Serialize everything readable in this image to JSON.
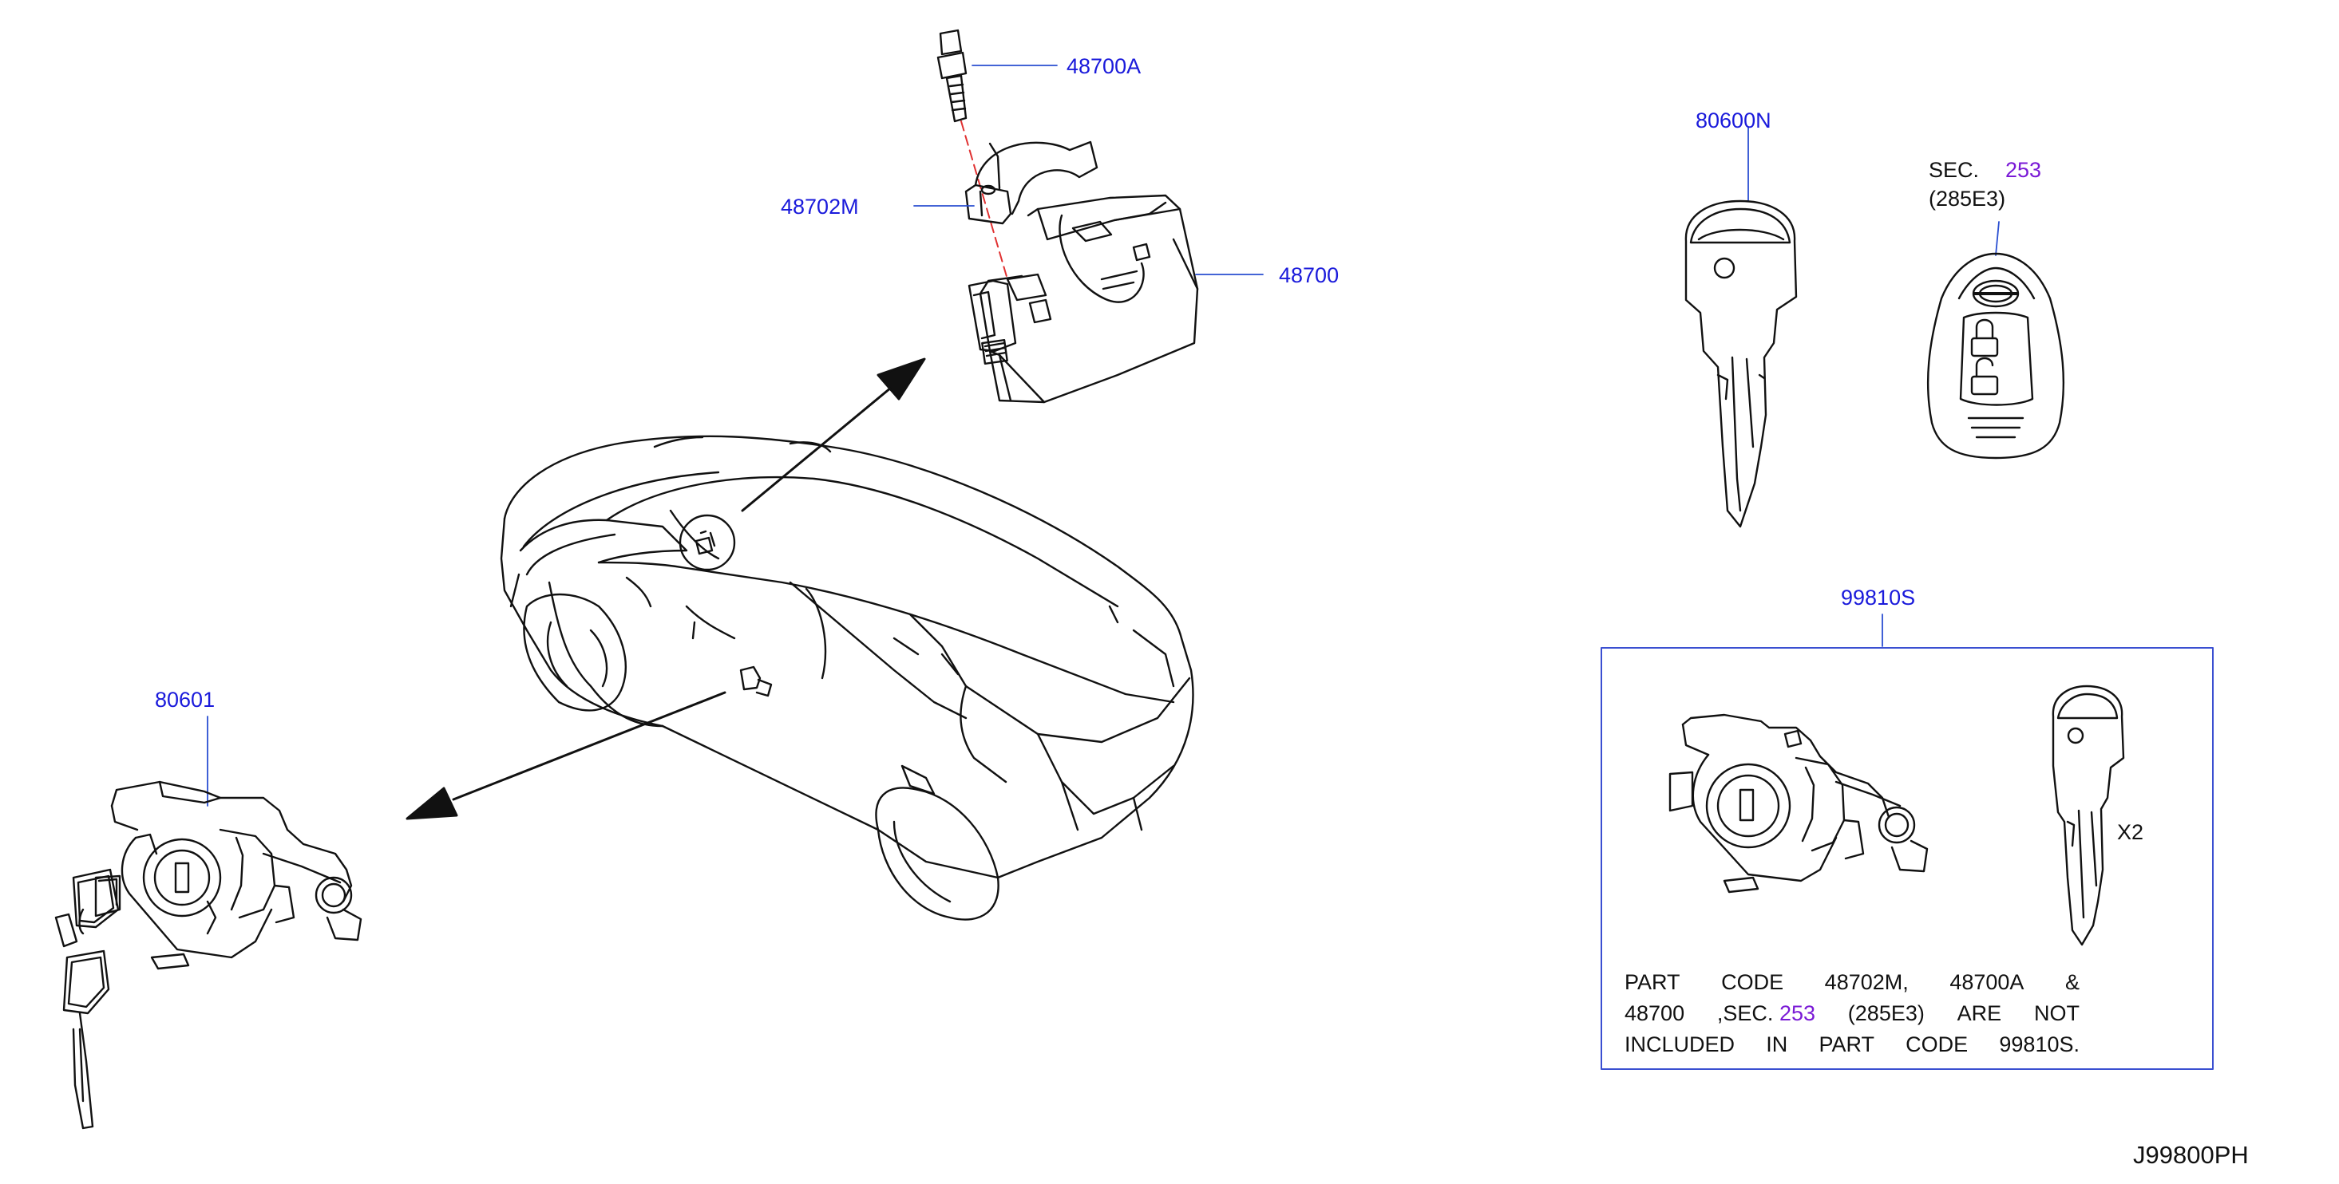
{
  "diagram_code": "J99800PH",
  "colors": {
    "callout": "#1a1adb",
    "section_ref": "#7a1ad6",
    "line": "#111111",
    "box": "#3a4fd1",
    "leader": "#2a4fd1"
  },
  "parts": {
    "bolt": "48700A",
    "clamp": "48702M",
    "steering_lock": "48700",
    "key_blank": "80600N",
    "cylinder_set": "80601",
    "kit": "99810S"
  },
  "remote_ref": {
    "sec": "SEC.",
    "num": "253",
    "sub": "(285E3)"
  },
  "kit_quantity": "X2",
  "note": {
    "line1": [
      "PART",
      "CODE",
      "48702M,",
      "48700A",
      "&"
    ],
    "line2": {
      "a": "48700",
      "b": ",SEC.",
      "ref": "253",
      "c": "(285E3)",
      "d": "ARE",
      "e": "NOT"
    },
    "line3": [
      "INCLUDED",
      "IN",
      "PART",
      "CODE",
      "99810S."
    ]
  },
  "icons": [
    "bolt-icon",
    "clamp-icon",
    "steering-lock-icon",
    "car-icon",
    "door-lock-cylinder-icon",
    "key-icon",
    "smart-key-fob-icon"
  ]
}
